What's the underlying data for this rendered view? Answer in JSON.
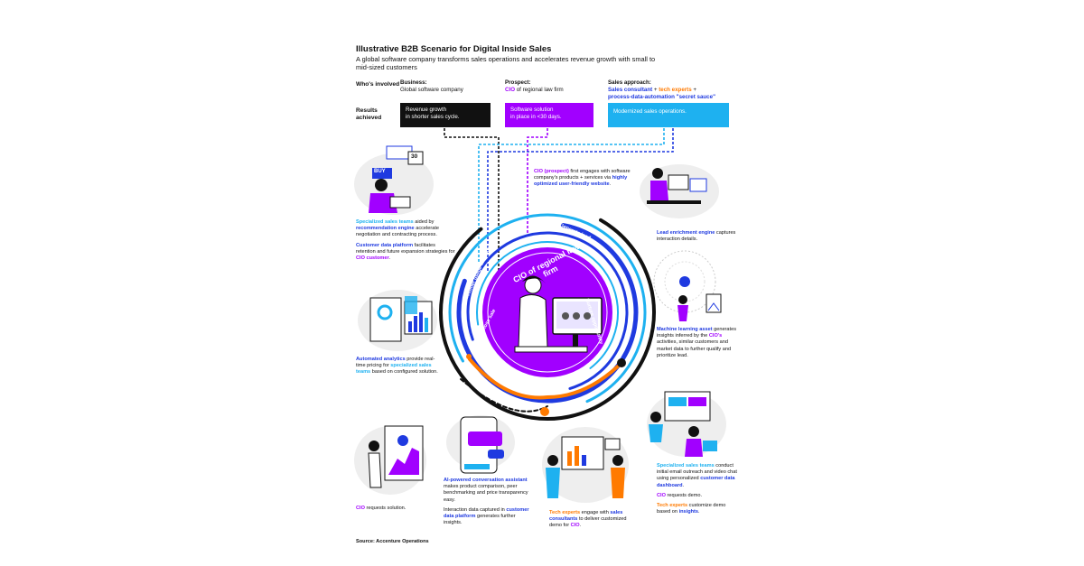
{
  "title": "Illustrative B2B Scenario for Digital Inside Sales",
  "subtitle": "A global software company transforms sales operations and accelerates revenue growth with small to mid-sized customers",
  "rows": {
    "involved": "Who's involved",
    "results": "Results achieved"
  },
  "columns": {
    "business": {
      "head": "Business:",
      "value": "Global software company",
      "result_title": "Revenue growth",
      "result_text": "in shorter sales cycle."
    },
    "prospect": {
      "head": "Prospect:",
      "value_a": "CIO",
      "value_b": " of regional law firm",
      "result_title": "Software solution",
      "result_text": "in place in <30 days."
    },
    "approach": {
      "head": "Sales approach:",
      "line1_a": "Sales consultant",
      "line1_b": " + ",
      "line1_c": "tech experts",
      "line1_d": " +",
      "line2": "process-data-automation \"secret sauce\"",
      "result_text": "Modernized sales operations."
    }
  },
  "center_label": "CIO of regional law firm",
  "ring_labels": {
    "generate": "Generate lead",
    "nurture": "Nurture opportunity",
    "close": "Close sale",
    "customer": "Customer usage and expansion"
  },
  "notes": {
    "n1": {
      "a": "CIO (prospect)",
      "b": " first engages with software company's products + services via ",
      "c": "highly optimized user-friendly website",
      "d": "."
    },
    "n2": {
      "a": "Lead enrichment engine",
      "b": " captures interaction details."
    },
    "n3": {
      "a": "Machine learning asset",
      "b": " generates insights inferred by the ",
      "c": "CIO's",
      "d": " activities, similar customers and market data to further qualify and prioritize lead."
    },
    "n4": {
      "a": "Specialized sales teams",
      "b": " conduct initial email outreach and video chat using personalized ",
      "c": "customer data dashboard",
      "d": ".",
      "e": "CIO",
      "f": " requests demo.",
      "g": "Tech experts",
      "h": " customize demo based on ",
      "i": "insights",
      "j": "."
    },
    "n5": {
      "a": "Tech experts",
      "b": " engage with ",
      "c": "sales consultants",
      "d": " to deliver customized demo for ",
      "e": "CIO",
      "f": "."
    },
    "n6": {
      "a": "AI-powered conversation assistant",
      "b": " makes product comparison, peer benchmarking and price transparency easy.",
      "c": "Interaction data captured in ",
      "d": "customer data platform",
      "e": " generates further insights."
    },
    "n7": {
      "a": "CIO",
      "b": " requests solution."
    },
    "n8": {
      "a": "Automated analytics",
      "b": " provide real-time pricing for ",
      "c": "specialized sales teams",
      "d": " based on configured solution."
    },
    "n9": {
      "a": "Specialized sales teams",
      "b": " aided by ",
      "c": "recommendation engine",
      "d": " accelerate negotiation and contracting process.",
      "e": "Customer data platform",
      "f": " facilitates retention and future expansion strategies for ",
      "g": "CIO customer",
      "h": "."
    }
  },
  "illustration_text": {
    "buy": "BUY",
    "calendar": "30"
  },
  "source": "Source: Accenture Operations",
  "colors": {
    "black": "#111111",
    "purple": "#a100ff",
    "cyan": "#1eb1f0",
    "blue": "#1f3ae0",
    "orange": "#ff7a00"
  }
}
